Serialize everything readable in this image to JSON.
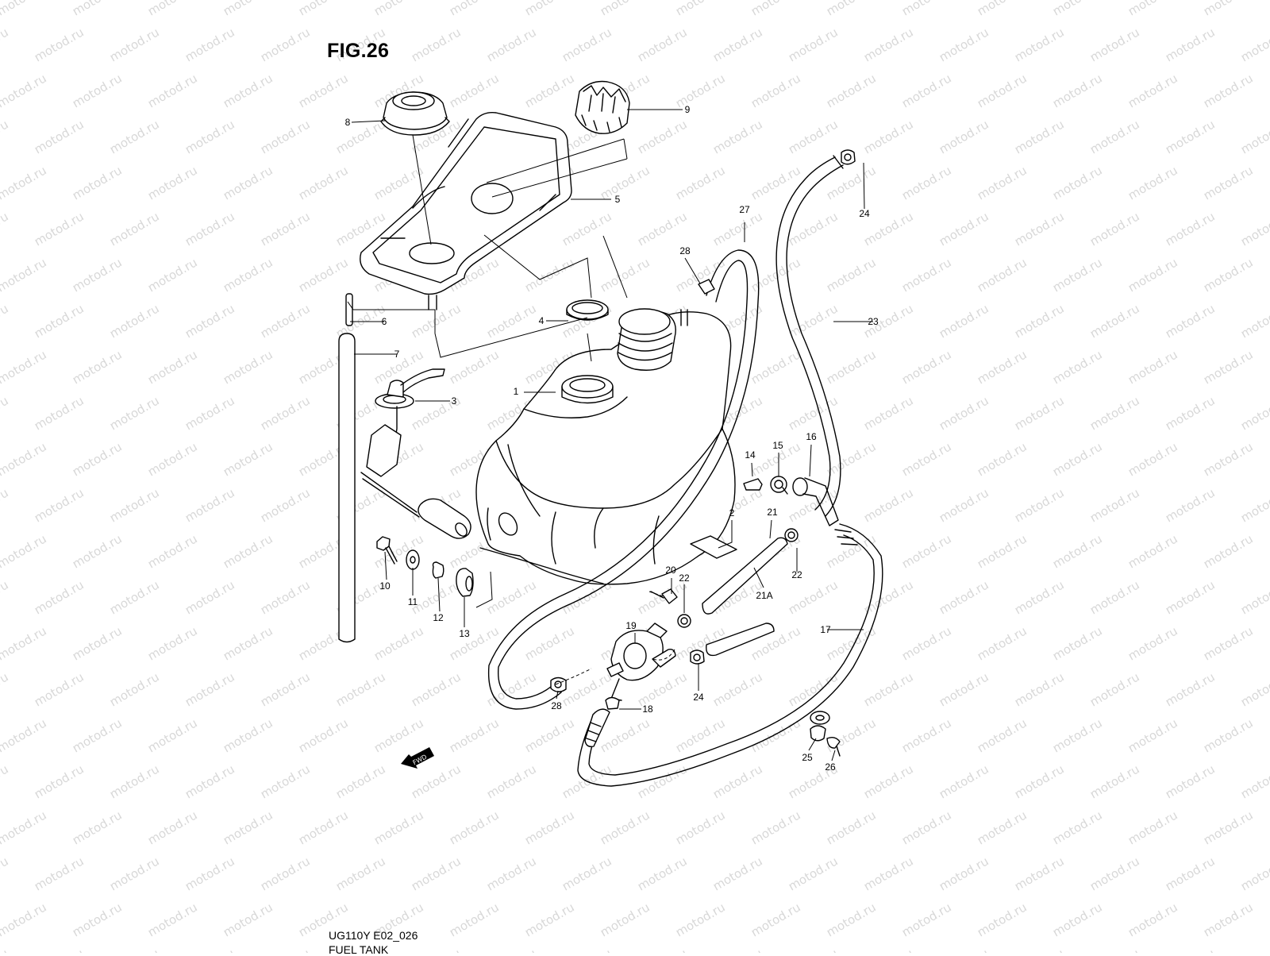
{
  "figure": {
    "title": "FIG.26",
    "code": "UG110Y E02_026",
    "name": "FUEL TANK",
    "fwd_label": "FWD"
  },
  "watermark": {
    "text": "motod.ru"
  },
  "callouts": [
    {
      "key": "p1",
      "label": "1"
    },
    {
      "key": "p2",
      "label": "2"
    },
    {
      "key": "p3",
      "label": "3"
    },
    {
      "key": "p4",
      "label": "4"
    },
    {
      "key": "p5",
      "label": "5"
    },
    {
      "key": "p6",
      "label": "6"
    },
    {
      "key": "p7",
      "label": "7"
    },
    {
      "key": "p8",
      "label": "8"
    },
    {
      "key": "p9",
      "label": "9"
    },
    {
      "key": "p10",
      "label": "10"
    },
    {
      "key": "p11",
      "label": "11"
    },
    {
      "key": "p12",
      "label": "12"
    },
    {
      "key": "p13",
      "label": "13"
    },
    {
      "key": "p14",
      "label": "14"
    },
    {
      "key": "p15",
      "label": "15"
    },
    {
      "key": "p16",
      "label": "16"
    },
    {
      "key": "p17",
      "label": "17"
    },
    {
      "key": "p18",
      "label": "18"
    },
    {
      "key": "p19",
      "label": "19"
    },
    {
      "key": "p20",
      "label": "20"
    },
    {
      "key": "p21",
      "label": "21"
    },
    {
      "key": "p21a",
      "label": "21A"
    },
    {
      "key": "p22a",
      "label": "22"
    },
    {
      "key": "p22b",
      "label": "22"
    },
    {
      "key": "p23",
      "label": "23"
    },
    {
      "key": "p24a",
      "label": "24"
    },
    {
      "key": "p24b",
      "label": "24"
    },
    {
      "key": "p25",
      "label": "25"
    },
    {
      "key": "p26",
      "label": "26"
    },
    {
      "key": "p27",
      "label": "27"
    },
    {
      "key": "p28a",
      "label": "28"
    },
    {
      "key": "p28b",
      "label": "28"
    }
  ]
}
